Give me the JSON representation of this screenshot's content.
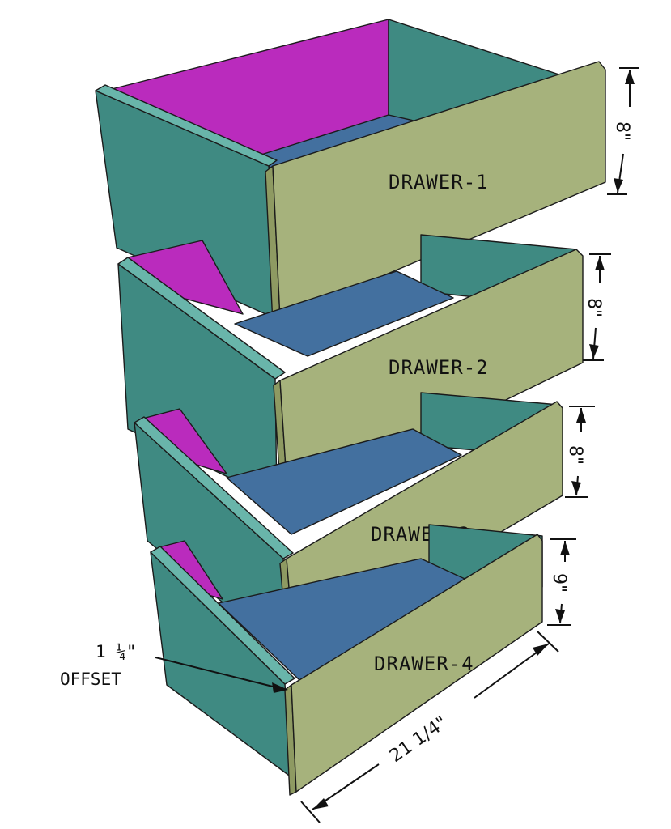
{
  "drawers": [
    {
      "label": "DRAWER-1",
      "height": "8\""
    },
    {
      "label": "DRAWER-2",
      "height": "8\""
    },
    {
      "label": "DRAWER-3",
      "height": "8\""
    },
    {
      "label": "DRAWER-4",
      "height": "9\""
    }
  ],
  "width_dim": "21 1/4\"",
  "offset_note": {
    "line1": "1 ¼\"",
    "line2": "OFFSET"
  },
  "colors": {
    "side": "#3f8a82",
    "back": "#ba2bbd",
    "bottom": "#43709f",
    "front": "#a6b27c",
    "front_edge": "#8e9a62",
    "rim": "#69b5aa"
  }
}
